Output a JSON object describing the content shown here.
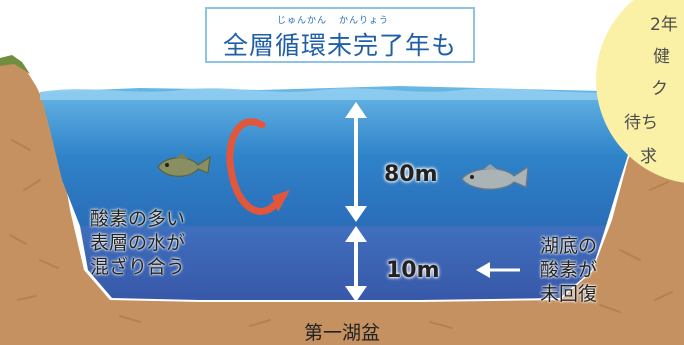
{
  "title": {
    "text": "全層循環未完了年も",
    "ruby_junkan": "じゅんかん",
    "ruby_kanryou": "かんりょう"
  },
  "side_note": {
    "lines": [
      "2年",
      "健",
      "ク",
      "待ち",
      "求"
    ]
  },
  "depths": {
    "upper": "80m",
    "lower": "10m"
  },
  "labels": {
    "surface_water": [
      "酸素の多い",
      "表層の水が",
      "混ざり合う"
    ],
    "lake_bottom": [
      "湖底の",
      "酸素が",
      "未回復"
    ],
    "basin_name": "第一湖盆"
  },
  "colors": {
    "water_top": "#5fb0e2",
    "water_mid": "#2f7fc7",
    "water_deep": "#3d63b2",
    "soil": "#c08a55",
    "grass": "#6f8f3e",
    "arrow_red": "#e2573b",
    "title_border": "#8fc3e6",
    "title_text": "#1f5fa8",
    "note_bg": "#fbf1a6"
  }
}
